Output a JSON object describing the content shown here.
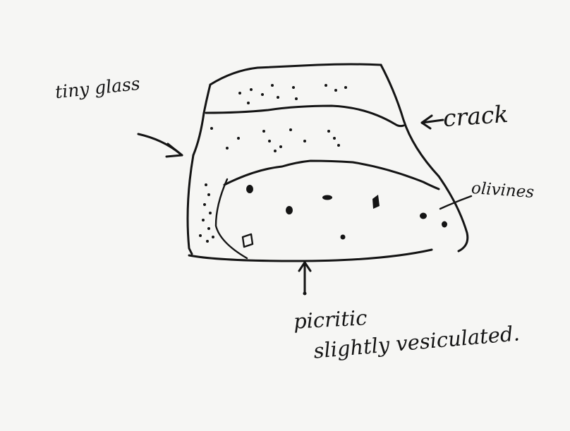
{
  "labels": {
    "tiny_glass": "tiny glass",
    "crack": "crack",
    "olivines": "olivines",
    "picritic": "picritic",
    "slightly_vesiculated": "slightly vesiculated."
  },
  "colors": {
    "paper": "#f6f6f4",
    "ink": "#141414"
  }
}
